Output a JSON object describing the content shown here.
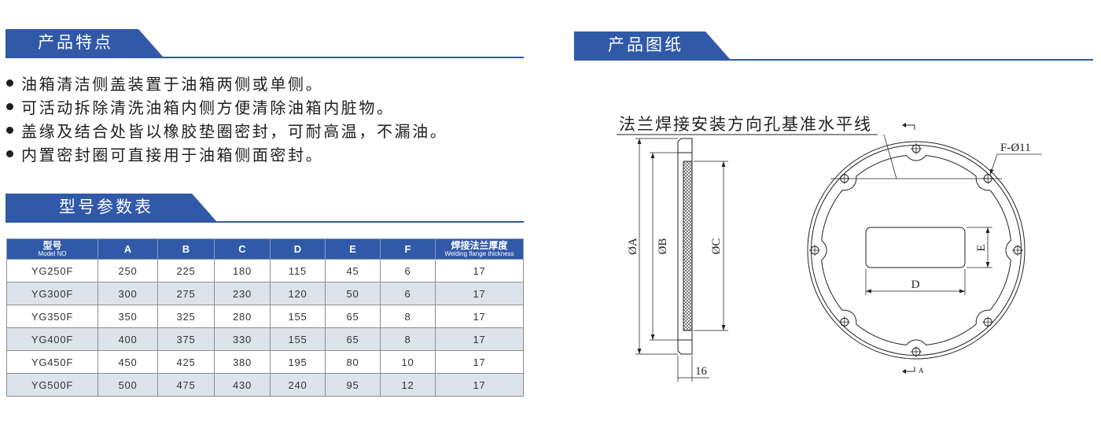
{
  "features": {
    "title": "产品特点",
    "items": [
      "油箱清洁侧盖装置于油箱两侧或单侧。",
      "可活动拆除清洗油箱内侧方便清除油箱内脏物。",
      "盖缘及结合处皆以橡胶垫圈密封，可耐高温，不漏油。",
      "内置密封圈可直接用于油箱侧面密封。"
    ]
  },
  "specs": {
    "title": "型号参数表",
    "headers": [
      {
        "label": "型号",
        "sub": "Model NO"
      },
      {
        "label": "A"
      },
      {
        "label": "B"
      },
      {
        "label": "C"
      },
      {
        "label": "D"
      },
      {
        "label": "E"
      },
      {
        "label": "F"
      },
      {
        "label": "焊接法兰厚度",
        "sub": "Welding flange thickness"
      }
    ],
    "rows": [
      [
        "YG250F",
        "250",
        "225",
        "180",
        "115",
        "45",
        "6",
        "17"
      ],
      [
        "YG300F",
        "300",
        "275",
        "230",
        "120",
        "50",
        "6",
        "17"
      ],
      [
        "YG350F",
        "350",
        "325",
        "280",
        "155",
        "65",
        "8",
        "17"
      ],
      [
        "YG400F",
        "400",
        "375",
        "330",
        "155",
        "65",
        "8",
        "17"
      ],
      [
        "YG450F",
        "450",
        "425",
        "380",
        "195",
        "80",
        "10",
        "17"
      ],
      [
        "YG500F",
        "500",
        "475",
        "430",
        "240",
        "95",
        "12",
        "17"
      ]
    ]
  },
  "drawing": {
    "title": "产品图纸",
    "datum_label": "法兰焊接安装方向孔基准水平线",
    "label_a": "ØA",
    "label_b": "ØB",
    "label_c": "ØC",
    "thickness_label": "16",
    "hole_label": "F-Ø11",
    "label_d": "D",
    "label_e": "E",
    "section_label": "A"
  },
  "icons": {
    "bullet": "filled-circle-icon"
  },
  "colors": {
    "accent": "#3059a8",
    "row_alt": "#dde3ea",
    "text": "#1e1e1e"
  }
}
